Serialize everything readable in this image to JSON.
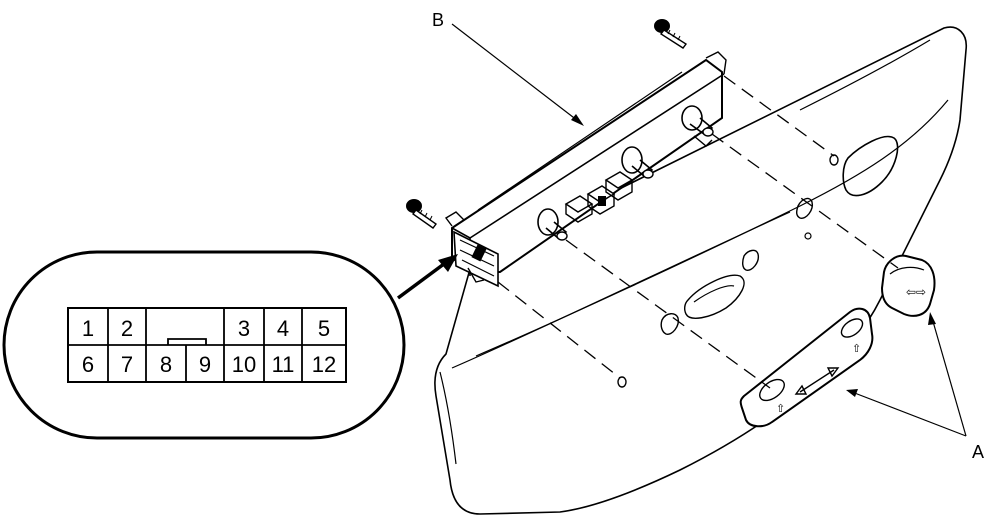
{
  "callouts": {
    "a": "A",
    "b": "B"
  },
  "connector": {
    "top_row": [
      "1",
      "2",
      "3",
      "4",
      "5"
    ],
    "bottom_row": [
      "6",
      "7",
      "8",
      "9",
      "10",
      "11",
      "12"
    ]
  }
}
